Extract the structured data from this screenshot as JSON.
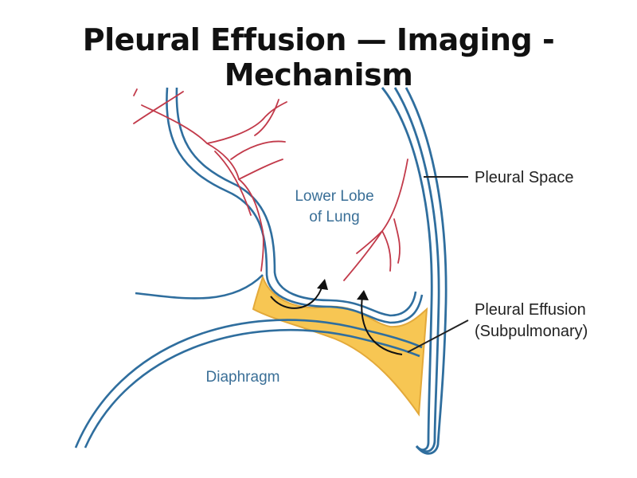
{
  "title": "Pleural Effusion — Imaging - Mechanism",
  "labels": {
    "lung_line1": "Lower Lobe",
    "lung_line2": "of Lung",
    "diaphragm": "Diaphragm",
    "pleural_space": "Pleural Space",
    "effusion_line1": "Pleural Effusion",
    "effusion_line2": "(Subpulmonary)"
  },
  "colors": {
    "pleura": "#2f6e9e",
    "vessels": "#c23a4a",
    "effusion_fill": "#f7c653",
    "effusion_stroke": "#e3a93a",
    "label_blue": "#3a6f97",
    "label_dark": "#222222",
    "arrow": "#111111"
  }
}
